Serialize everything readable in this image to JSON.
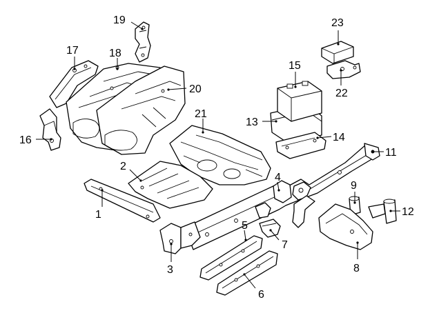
{
  "colors": {
    "line": "#000000",
    "background": "#ffffff"
  },
  "callouts": [
    {
      "id": "1",
      "label": "1"
    },
    {
      "id": "2",
      "label": "2"
    },
    {
      "id": "3",
      "label": "3"
    },
    {
      "id": "4",
      "label": "4"
    },
    {
      "id": "5",
      "label": "5"
    },
    {
      "id": "6",
      "label": "6"
    },
    {
      "id": "7",
      "label": "7"
    },
    {
      "id": "8",
      "label": "8"
    },
    {
      "id": "9",
      "label": "9"
    },
    {
      "id": "11",
      "label": "11"
    },
    {
      "id": "12",
      "label": "12"
    },
    {
      "id": "13",
      "label": "13"
    },
    {
      "id": "14",
      "label": "14"
    },
    {
      "id": "15",
      "label": "15"
    },
    {
      "id": "16",
      "label": "16"
    },
    {
      "id": "17",
      "label": "17"
    },
    {
      "id": "18",
      "label": "18"
    },
    {
      "id": "19",
      "label": "19"
    },
    {
      "id": "20",
      "label": "20"
    },
    {
      "id": "21",
      "label": "21"
    },
    {
      "id": "22",
      "label": "22"
    },
    {
      "id": "23",
      "label": "23"
    }
  ]
}
